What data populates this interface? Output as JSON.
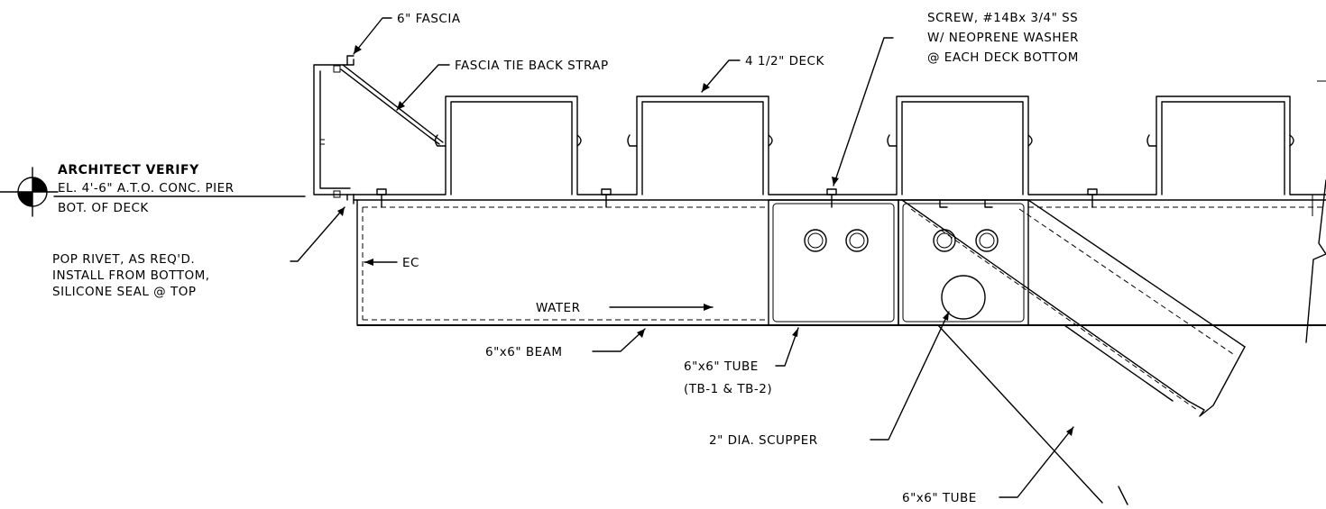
{
  "labels": {
    "fascia": "6\" FASCIA",
    "tie_back": "FASCIA TIE BACK STRAP",
    "deck": "4 1/2\" DECK",
    "screw_1": "SCREW, #14Bx 3/4\" SS",
    "screw_2": "W/ NEOPRENE WASHER",
    "screw_3": "@ EACH DECK BOTTOM",
    "architect": "ARCHITECT VERIFY",
    "elevation": "EL. 4'-6\" A.T.O. CONC. PIER",
    "bot_deck": "BOT. OF DECK",
    "rivet_1": "POP RIVET, AS REQ'D.",
    "rivet_2": "INSTALL FROM BOTTOM,",
    "rivet_3": "SILICONE SEAL @ TOP",
    "ec": "EC",
    "water": "WATER",
    "beam": "6\"x6\" BEAM",
    "tube_1": "6\"x6\" TUBE",
    "tube_2": "(TB-1 & TB-2)",
    "scupper": "2\" DIA. SCUPPER",
    "tube_diag": "6\"x6\" TUBE"
  }
}
